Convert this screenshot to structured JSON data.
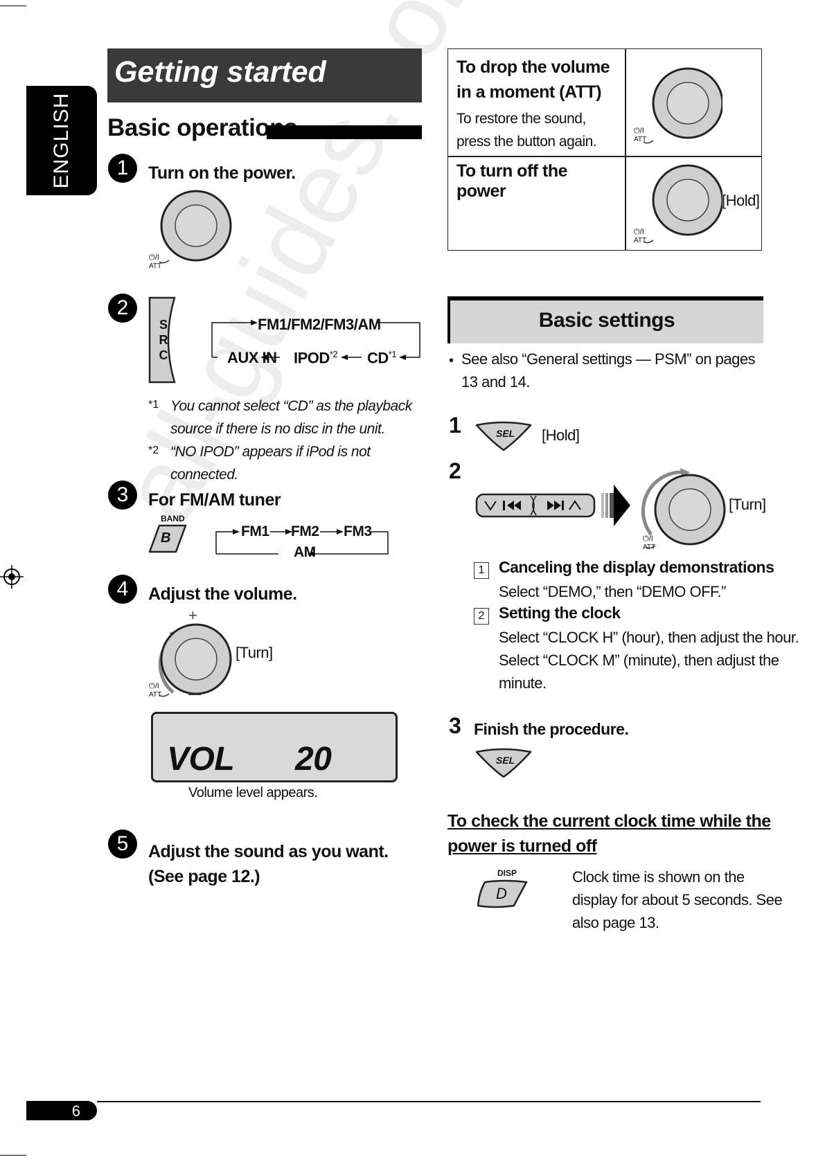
{
  "language_tab": "ENGLISH",
  "section_title": "Getting started",
  "basic_operations": {
    "title": "Basic operations",
    "steps": [
      {
        "num": "1",
        "title": "Turn on the power."
      },
      {
        "num": "2",
        "src_label": "SRC",
        "flow": {
          "top": "FM1/FM2/FM3/AM",
          "aux": "AUX IN",
          "ipod": "IPOD",
          "ipod_note": "*2",
          "cd": "CD",
          "cd_note": "*1"
        },
        "footnotes": [
          {
            "mark": "*1",
            "text": "You cannot select “CD” as the playback source if there is no disc in the unit."
          },
          {
            "mark": "*2",
            "text": "“NO IPOD” appears if iPod is not connected."
          }
        ]
      },
      {
        "num": "3",
        "title": "For FM/AM tuner",
        "band_label": "BAND",
        "band_key": "B",
        "flow": {
          "fm1": "FM1",
          "fm2": "FM2",
          "fm3": "FM3",
          "am": "AM"
        }
      },
      {
        "num": "4",
        "title": "Adjust the volume.",
        "turn_label": "[Turn]",
        "plus": "+",
        "minus": "—"
      },
      {
        "num": "5",
        "title": "Adjust the sound as you want. (See page 12.)"
      }
    ],
    "knob_label_top": "⏻/I",
    "knob_label_bottom": "ATT",
    "volume_display": {
      "label": "VOL",
      "value": "20",
      "caption": "Volume level appears."
    }
  },
  "box": {
    "row1": {
      "title": "To drop the volume in a moment (ATT)",
      "text": "To restore the sound, press the button again."
    },
    "row2": {
      "title": "To turn off the power",
      "hold": "[Hold]"
    }
  },
  "basic_settings": {
    "title": "Basic settings",
    "note": "See also “General settings — PSM” on pages 13 and 14.",
    "step1": {
      "num": "1",
      "key": "SEL",
      "hold": "[Hold]"
    },
    "step2": {
      "num": "2",
      "turn": "[Turn]",
      "items": [
        {
          "num": "1",
          "title": "Canceling the display demonstrations",
          "text": [
            "Select “DEMO,” then “DEMO OFF.”"
          ]
        },
        {
          "num": "2",
          "title": "Setting the clock",
          "text": [
            "Select “CLOCK H” (hour), then adjust the hour.",
            "Select “CLOCK M” (minute), then adjust the",
            "minute."
          ]
        }
      ]
    },
    "step3": {
      "num": "3",
      "title": "Finish the procedure.",
      "key": "SEL"
    }
  },
  "clock_check": {
    "title_line1": "To check the current clock time while the",
    "title_line2": "power is turned off",
    "disp_label": "DISP",
    "disp_key": "D",
    "text": [
      "Clock time is shown on the",
      "display for about 5 seconds. See",
      "also page 13."
    ]
  },
  "watermark": "all-guides.com",
  "page_number": "6"
}
